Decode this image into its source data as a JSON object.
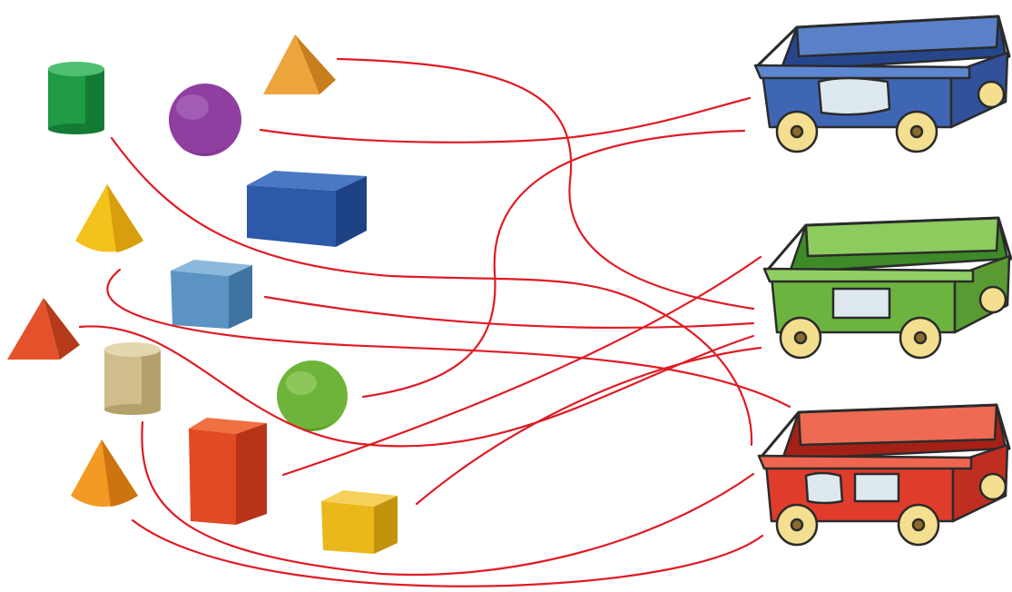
{
  "colors": {
    "line": "#e01b24",
    "outline": "#2b2b2b",
    "wheel": "#f3df8f",
    "label_card": "#dde8ef"
  },
  "shapes": [
    {
      "id": "green-cylinder",
      "kind": "cylinder",
      "color": "#1f9a45"
    },
    {
      "id": "purple-sphere",
      "kind": "sphere",
      "color": "#8e3fa0"
    },
    {
      "id": "orange-pyramid",
      "kind": "pyramid",
      "color": "#eba53c"
    },
    {
      "id": "blue-cuboid",
      "kind": "cuboid",
      "color": "#2c5aa8"
    },
    {
      "id": "yellow-cone",
      "kind": "cone",
      "color": "#f3c21c"
    },
    {
      "id": "lightblue-cube",
      "kind": "cube",
      "color": "#5b93c3"
    },
    {
      "id": "red-pyramid",
      "kind": "pyramid",
      "color": "#e4522c"
    },
    {
      "id": "beige-cylinder",
      "kind": "cylinder",
      "color": "#cfbd8b"
    },
    {
      "id": "green-sphere",
      "kind": "sphere",
      "color": "#6fb43a"
    },
    {
      "id": "red-cuboid",
      "kind": "cuboid",
      "color": "#e04a24"
    },
    {
      "id": "orange-cone",
      "kind": "cone",
      "color": "#f39a24"
    },
    {
      "id": "yellow-cube",
      "kind": "cube",
      "color": "#eab81b"
    }
  ],
  "carts": [
    {
      "id": "blue-cart",
      "color": "#3f66b4",
      "labels": 1
    },
    {
      "id": "green-cart",
      "color": "#6cb43f",
      "labels": 1
    },
    {
      "id": "red-cart",
      "color": "#e03c2c",
      "labels": 2
    }
  ],
  "connections": [
    {
      "from": "orange-pyramid",
      "to": "green-cart"
    },
    {
      "from": "purple-sphere",
      "to": "blue-cart"
    },
    {
      "from": "green-cylinder",
      "to": "red-cart"
    },
    {
      "from": "lightblue-cube",
      "to": "green-cart"
    },
    {
      "from": "yellow-cone",
      "to": "red-cart"
    },
    {
      "from": "green-sphere",
      "to": "blue-cart"
    },
    {
      "from": "red-pyramid",
      "to": "green-cart"
    },
    {
      "from": "red-cuboid",
      "to": "green-cart"
    },
    {
      "from": "yellow-cube",
      "to": "green-cart"
    },
    {
      "from": "beige-cylinder",
      "to": "red-cart"
    },
    {
      "from": "orange-cone",
      "to": "red-cart"
    }
  ]
}
